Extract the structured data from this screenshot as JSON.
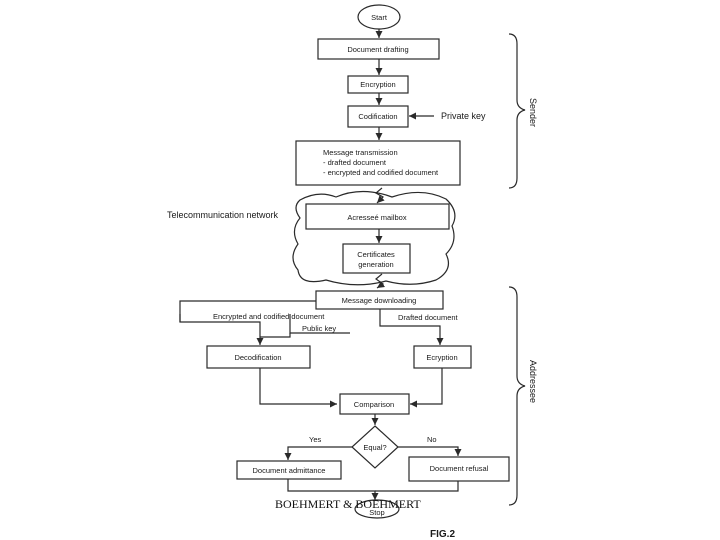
{
  "nodes": {
    "start": "Start",
    "drafting": "Document drafting",
    "encryption": "Encryption",
    "codification": "Codification",
    "transmission": {
      "title": "Message transmission",
      "line1": "- drafted document",
      "line2": "- encrypted and codified document"
    },
    "mailbox": "Acresseé mailbox",
    "certificates": {
      "line1": "Certificates",
      "line2": "generation"
    },
    "downloading": "Message downloading",
    "decodification": "Decodification",
    "ecryption": "Ecryption",
    "comparison": "Comparison",
    "equal": "Equal?",
    "admittance": "Document admittance",
    "refusal": "Document refusal",
    "stop": "Stop"
  },
  "labels": {
    "private_key": "Private key",
    "telecom_network": "Telecommunication network",
    "enc_cod_doc": "Encrypted and codified document",
    "public_key": "Public key",
    "drafted_doc": "Drafted document",
    "yes": "Yes",
    "no": "No"
  },
  "sides": {
    "sender": "Sender",
    "addressee": "Addressee"
  },
  "figure_label": "FIG.2",
  "watermark": "BOEHMERT & BOEHMERT",
  "colors": {
    "line": "#2a2a2a",
    "text": "#1a1a1a",
    "background": "#ffffff"
  }
}
